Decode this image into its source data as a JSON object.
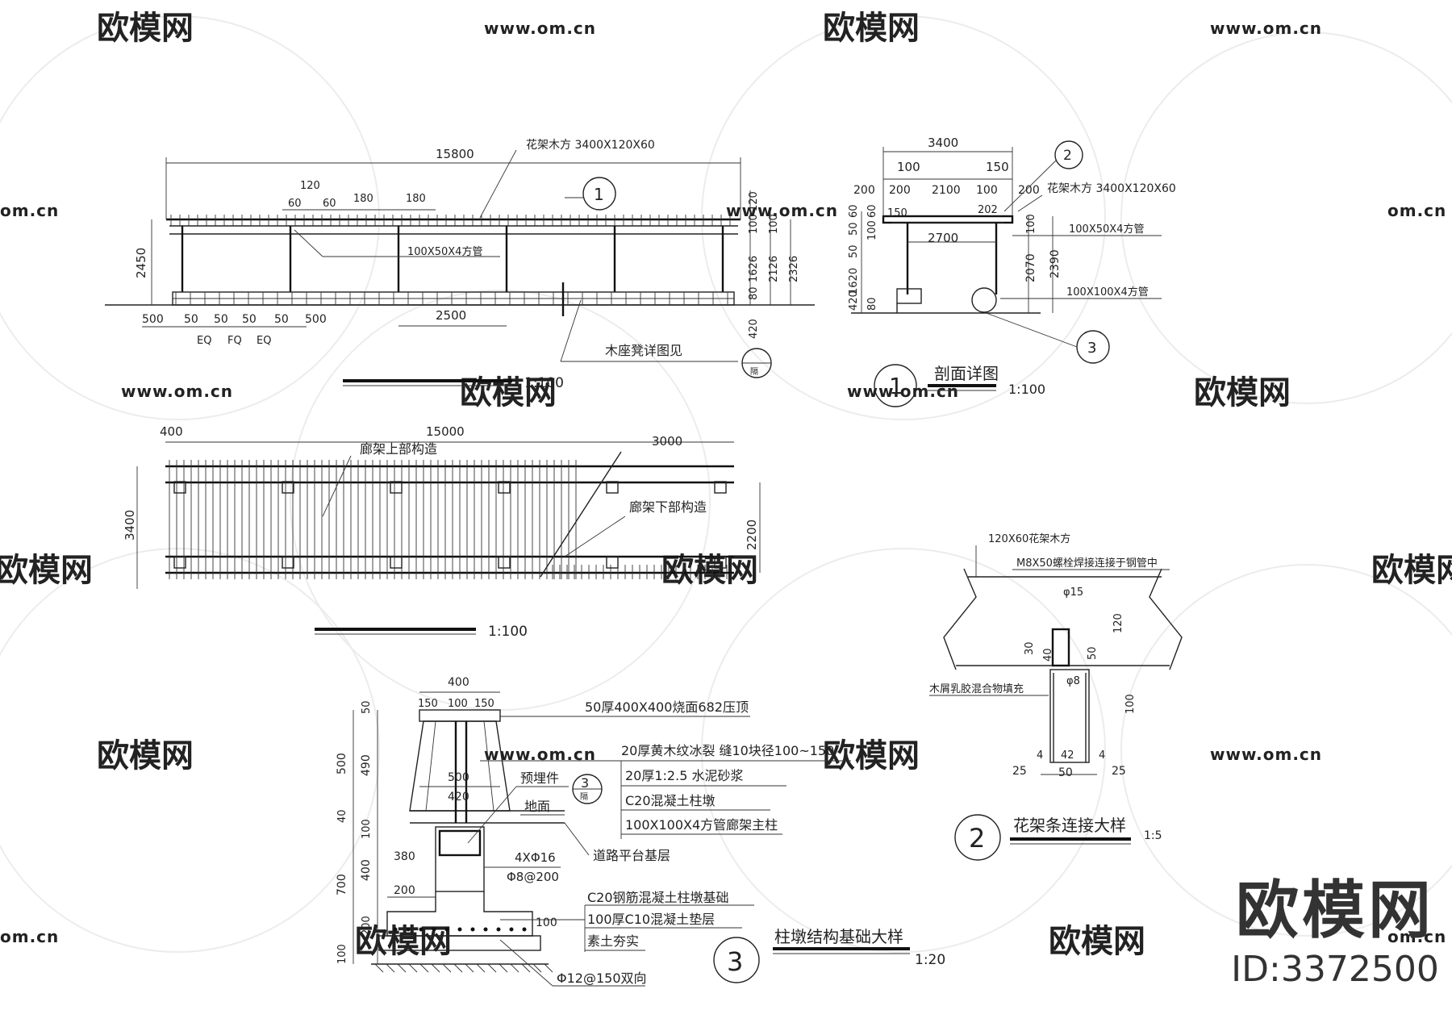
{
  "watermark": {
    "brand": "欧模网",
    "url": "www.om.cn",
    "url_short": "om.cn",
    "id_label": "ID:3372500"
  },
  "elevation": {
    "total_length": "15800",
    "slat_note": "花架木方 3400X120X60",
    "d120": "120",
    "d60a": "60",
    "d60b": "60",
    "d180a": "180",
    "d180b": "180",
    "pipe_note": "100X50X4方管",
    "h2450": "2450",
    "r120": "120",
    "r100a": "100",
    "r100b": "100",
    "r1626": "1626",
    "r2126": "2126",
    "r2326": "2326",
    "r80": "80",
    "r420": "420",
    "b500a": "500",
    "b50a": "50",
    "b50b": "50",
    "b50c": "50",
    "b50d": "50",
    "b500b": "500",
    "eq1": "EQ",
    "eq2": "FQ",
    "eq3": "EQ",
    "b2500": "2500",
    "bench_note": "木座凳详图见",
    "bench_ref": "隔",
    "marker": "1",
    "scale": "1:100"
  },
  "section": {
    "w3400": "3400",
    "w100": "100",
    "w150": "150",
    "w200a": "200",
    "w200b": "200",
    "w2100": "2100",
    "w100b": "100",
    "w200c": "200",
    "w150b": "150",
    "w202": "202",
    "w2700": "2700",
    "slat_note": "花架木方 3400X120X60",
    "pipe_note1": "100X50X4方管",
    "pipe_note2": "100X100X4方管",
    "l60": "60",
    "l50": "50",
    "l100": "100",
    "l60b": "60",
    "l50b": "50",
    "l1620": "1620",
    "l420": "420",
    "l80": "80",
    "r100": "100",
    "r2070": "2070",
    "r2390": "2390",
    "marker2": "2",
    "marker3": "3",
    "title_num": "1",
    "title": "剖面详图",
    "scale": "1:100"
  },
  "plan": {
    "d400": "400",
    "d15000": "15000",
    "d3000": "3000",
    "upper_note": "廊架上部构造",
    "lower_note": "廊架下部构造",
    "h3400": "3400",
    "h2200": "2200",
    "scale": "1:100"
  },
  "joint": {
    "note1": "120X60花架木方",
    "note2": "M8X50螺栓焊接连接于钢管中",
    "phi15": "φ15",
    "d120": "120",
    "d50": "50",
    "d30": "30",
    "d40": "40",
    "phi8": "φ8",
    "fill_note": "木屑乳胶混合物填充",
    "d100": "100",
    "b4a": "4",
    "b42": "42",
    "b4b": "4",
    "b25a": "25",
    "b50": "50",
    "b25b": "25",
    "title_num": "2",
    "title": "花架条连接大样",
    "scale": "1:5"
  },
  "footing": {
    "w400": "400",
    "w150a": "150",
    "w100": "100",
    "w150b": "150",
    "note_cap": "50厚400X400烧面682压顶",
    "note_stone": "20厚黄木纹冰裂 缝10块径100~150",
    "note_mortar": "20厚1:2.5 水泥砂浆",
    "note_pier": "C20混凝土柱墩",
    "note_col": "100X100X4方管廊架主柱",
    "note_embed": "预埋件",
    "note_ground": "地面",
    "note_base": "道路平台基层",
    "w500": "500",
    "w420": "420",
    "l50": "50",
    "l500": "500",
    "l490": "490",
    "l40": "40",
    "l100": "100",
    "l700": "700",
    "l400": "400",
    "l200": "200",
    "l100b": "100",
    "w380": "380",
    "w200": "200",
    "bar1": "4XΦ16",
    "bar2": "Φ8@200",
    "note_found": "C20钢筋混凝土柱墩基础",
    "note_pad": "100厚C10混凝土垫层",
    "note_soil": "素土夯实",
    "r100": "100",
    "bar3": "Φ12@150双向",
    "marker3": "3",
    "marker_ref": "隔",
    "title_num": "3",
    "title": "柱墩结构基础大样",
    "scale": "1:20"
  }
}
